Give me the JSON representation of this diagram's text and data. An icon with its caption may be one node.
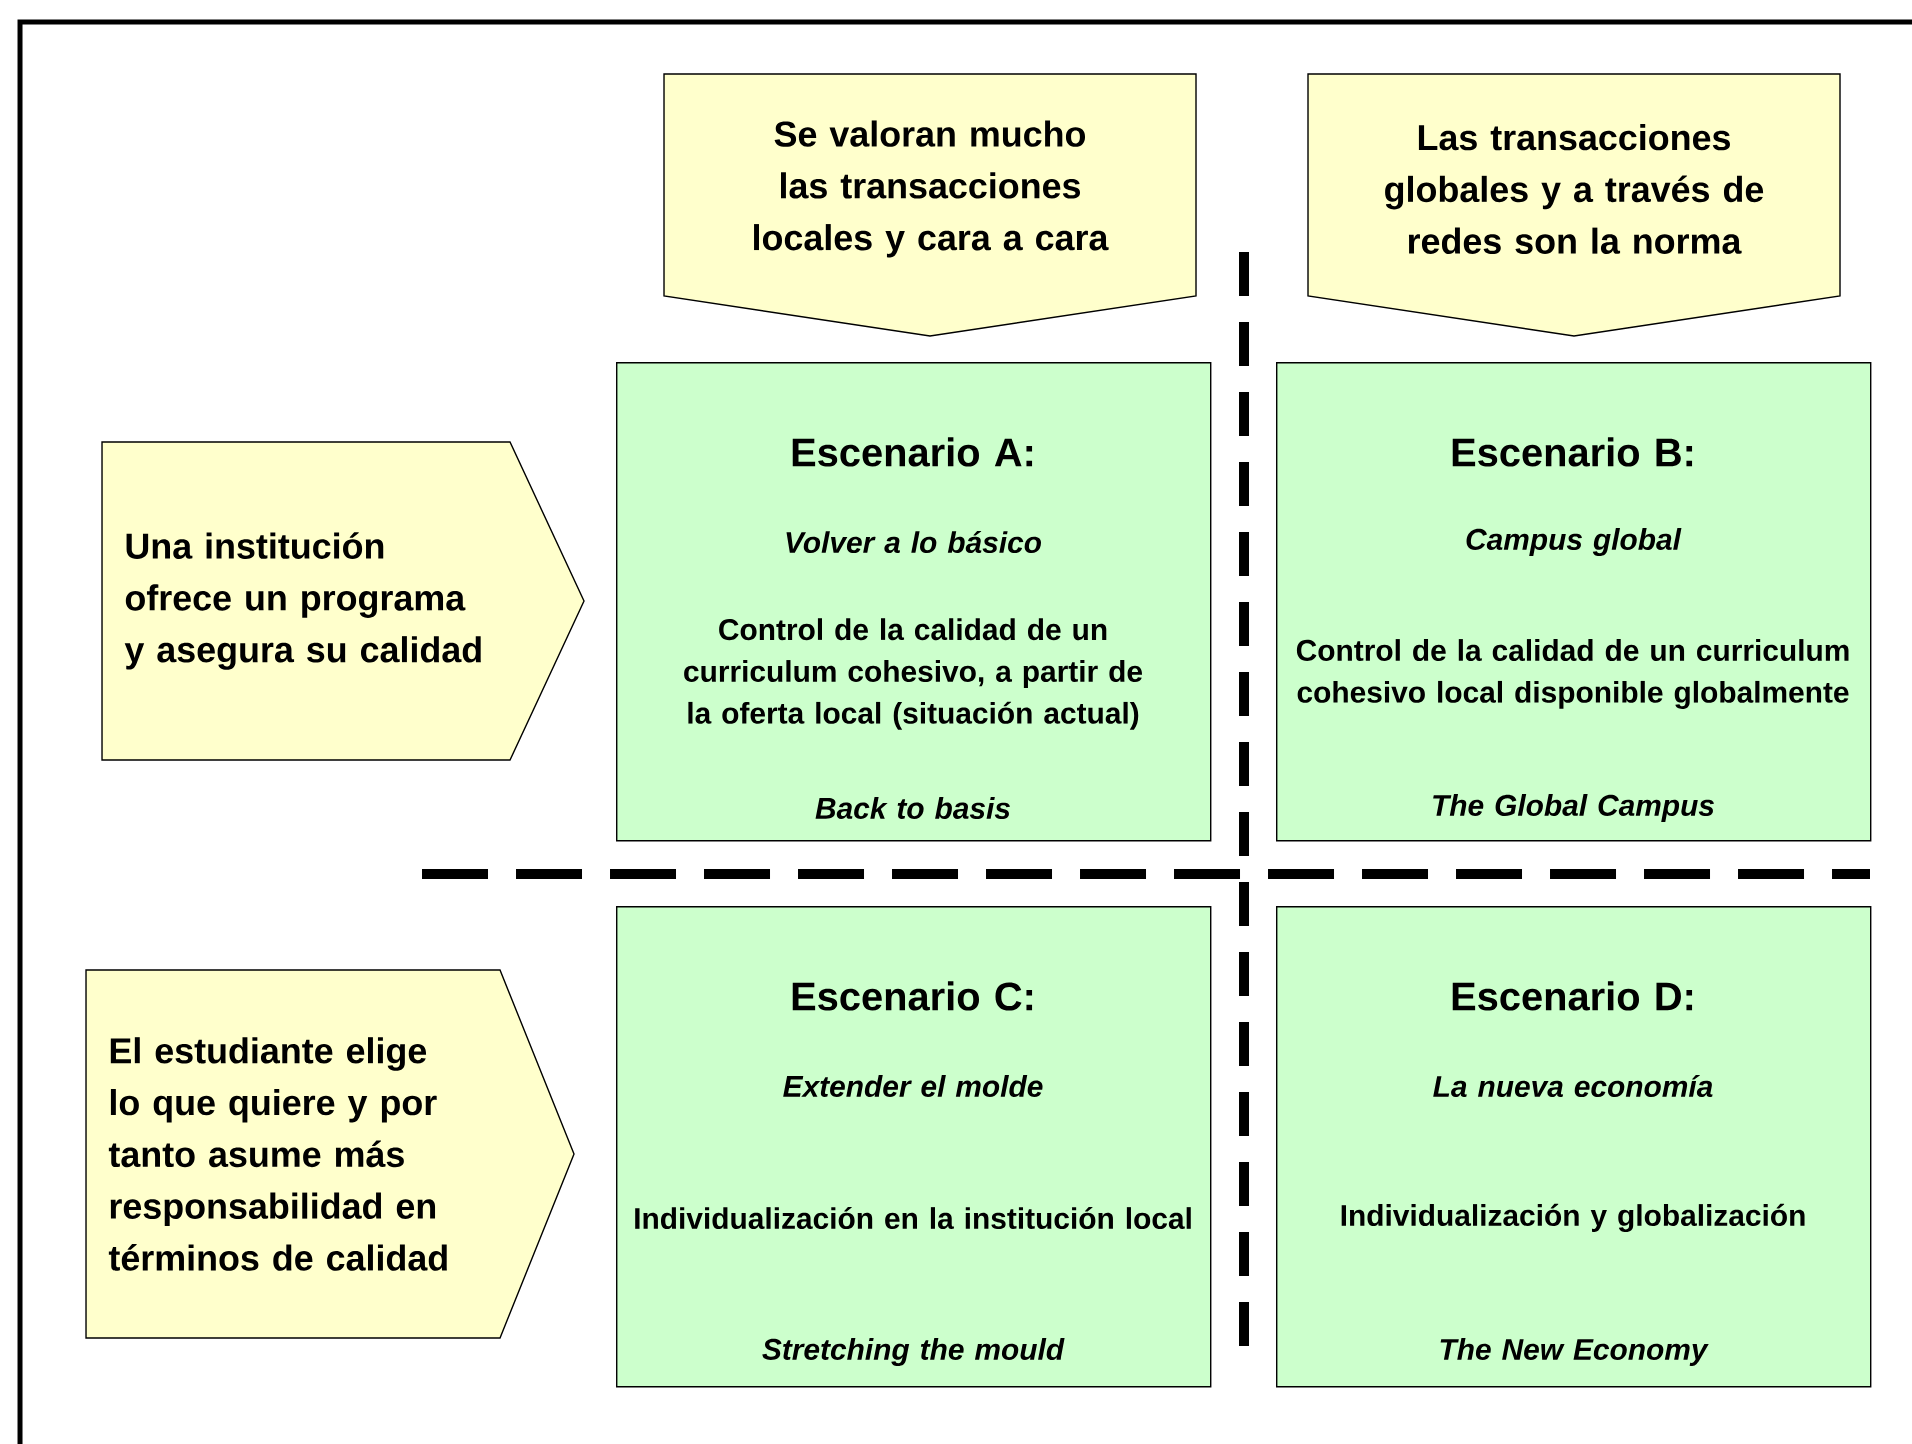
{
  "diagram": {
    "nodes": [
      {
        "text": [
          "Se valoran mucho las transacciones locales y cara a cara"
        ]
      },
      {
        "text": [
          "Las transacciones globales y a través de redes son la norma"
        ]
      },
      {
        "text": [
          "Una institución ofrece un programa y asegura su calidad"
        ]
      },
      {
        "text": [
          "Escenario A:",
          "Volver a lo básico",
          "Control de la calidad de un curriculum cohesivo, a partir de la oferta local (situación actual)",
          "Back to basis"
        ]
      },
      {
        "text": [
          "Escenario B:",
          "Campus global",
          "Control de la calidad de un curriculum cohesivo local disponible globalmente",
          "The Global Campus"
        ]
      },
      {
        "text": [
          "El estudiante elige lo que quiere y por tanto asume más responsabilidad en términos de calidad"
        ]
      },
      {
        "text": [
          "Escenario C:",
          "Extender el molde",
          "Individualización en la institución local",
          "Stretching the mould"
        ]
      },
      {
        "text": [
          "Escenario D:",
          "La nueva economía",
          "Individualización y globalización",
          "The New Economy"
        ]
      }
    ]
  }
}
